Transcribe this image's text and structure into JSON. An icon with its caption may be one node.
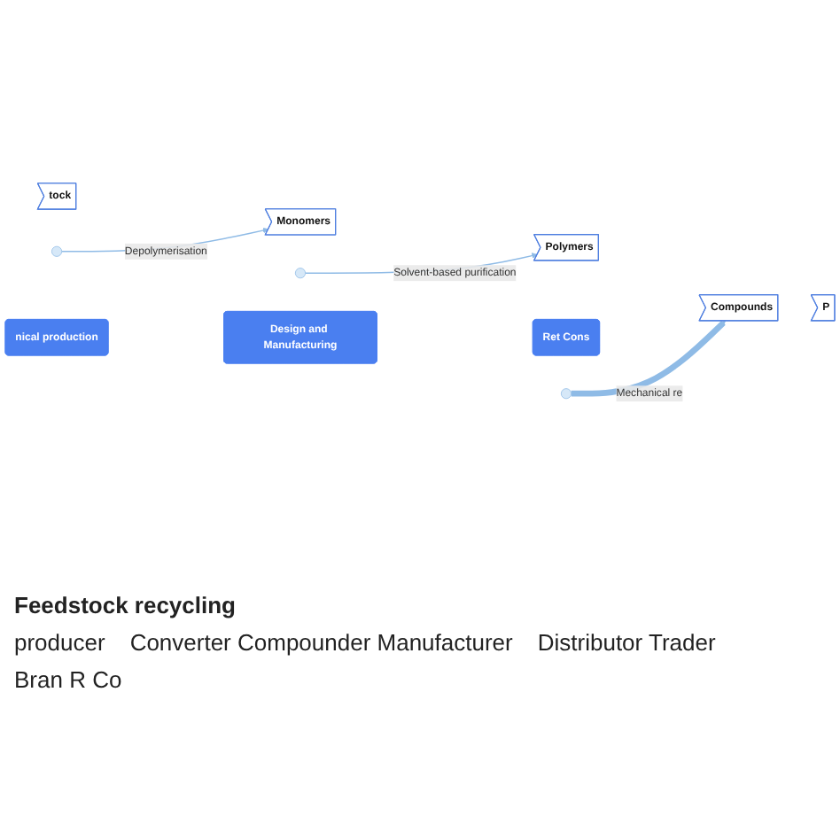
{
  "diagram": {
    "nodes": [
      {
        "text": [
          "tock"
        ]
      },
      {
        "text": [
          "Monomers"
        ]
      },
      {
        "text": [
          "Polymers"
        ]
      },
      {
        "text": [
          "Compounds"
        ]
      },
      {
        "text": [
          "P"
        ]
      },
      {
        "text": [
          "nical production"
        ]
      },
      {
        "text": [
          "Design and Manufacturing"
        ]
      },
      {
        "text": [
          "Ret Cons"
        ]
      }
    ],
    "edges": [
      {
        "from": null,
        "to": 3,
        "arrow": "to",
        "label": "Mechanical re",
        "style": "thick"
      },
      {
        "from": null,
        "to": 2,
        "arrow": "to",
        "label": "Solvent-based purification"
      },
      {
        "from": null,
        "to": 1,
        "arrow": "to",
        "label": "Depolymerisation"
      }
    ],
    "labels": [
      "Feedstock recycling",
      "producer",
      "Converter Compounder Manufacturer",
      "Distributor Trader",
      "Bran R Co"
    ]
  }
}
